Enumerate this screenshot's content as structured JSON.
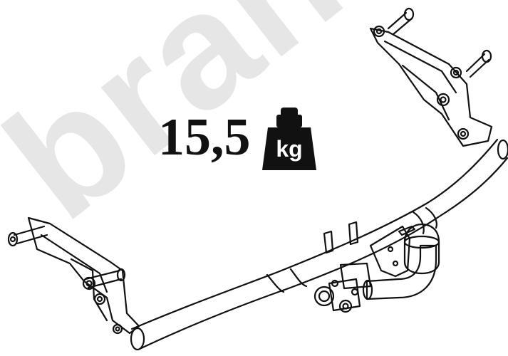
{
  "product": {
    "weight_value": "15,5",
    "weight_unit": "kg"
  },
  "watermark": {
    "text": "brant"
  },
  "colors": {
    "line": "#111111",
    "background": "#ffffff",
    "watermark": "#e6e6e6"
  }
}
